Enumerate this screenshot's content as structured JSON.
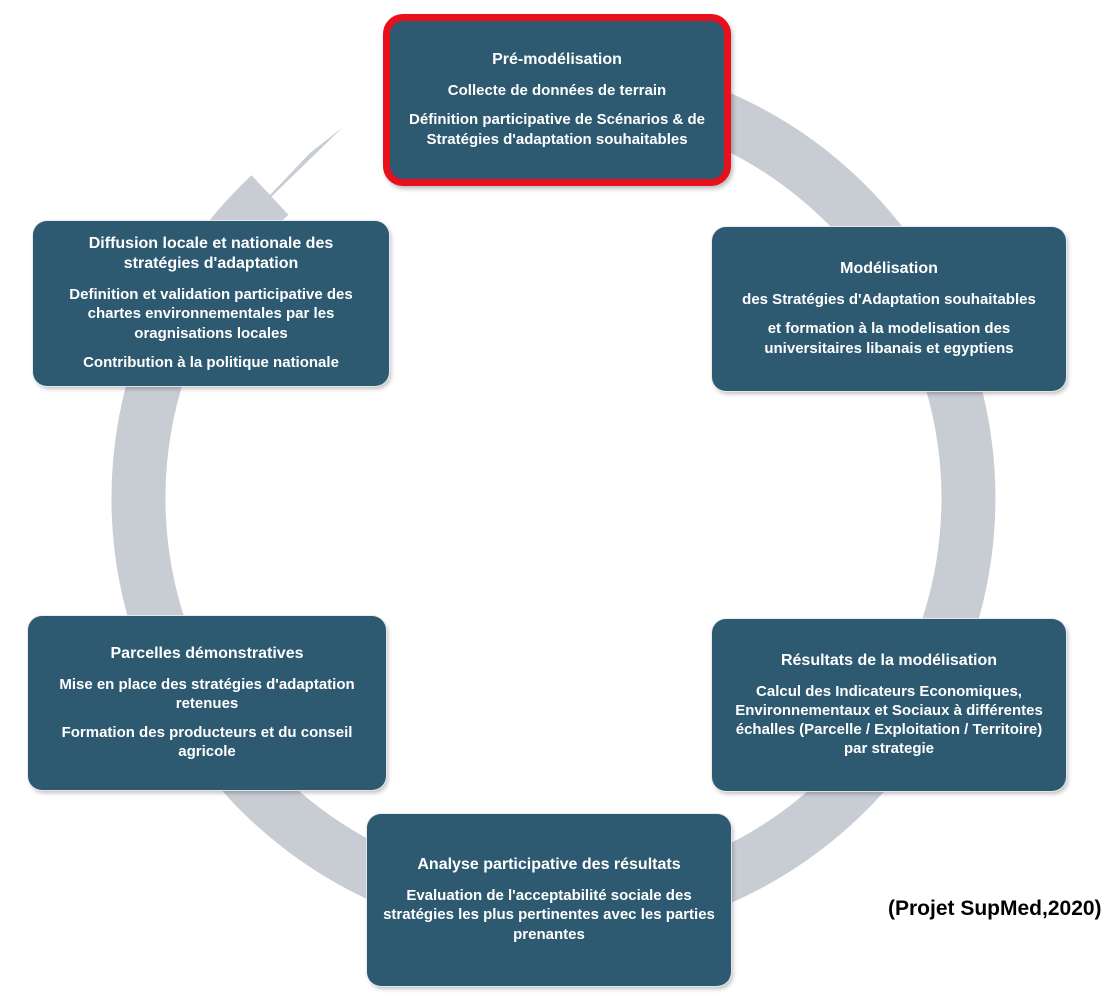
{
  "caption": "(Projet SupMed,2020)",
  "colors": {
    "node_background": "#2D5A70",
    "node_text": "#FFFFFF",
    "ring": "#C8CDD4",
    "highlight_border": "#E8101C"
  },
  "cycle_direction": "clockwise",
  "nodes": {
    "pre_modelisation": {
      "title": "Pré-modélisation",
      "highlighted": true,
      "lines": [
        "Collecte de données de terrain",
        "Définition participative de Scénarios & de Stratégies d'adaptation souhaitables"
      ]
    },
    "modelisation": {
      "title": "Modélisation",
      "highlighted": false,
      "lines": [
        "des Stratégies d'Adaptation souhaitables",
        "et formation à la modelisation des universitaires libanais et egyptiens"
      ]
    },
    "resultats_modelisation": {
      "title": "Résultats de la modélisation",
      "highlighted": false,
      "lines": [
        "Calcul des Indicateurs Economiques, Environnementaux et Sociaux à différentes échalles (Parcelle / Exploitation / Territoire) par strategie"
      ]
    },
    "analyse_participative": {
      "title": "Analyse participative des résultats",
      "highlighted": false,
      "lines": [
        "Evaluation de l'acceptabilité sociale des stratégies les plus pertinentes avec les parties prenantes"
      ]
    },
    "parcelles_demonstratives": {
      "title": "Parcelles démonstratives",
      "highlighted": false,
      "lines": [
        "Mise en place des stratégies d'adaptation retenues",
        "Formation des producteurs et du conseil agricole"
      ]
    },
    "diffusion_strategies": {
      "title": "Diffusion locale et nationale des stratégies d'adaptation",
      "highlighted": false,
      "lines": [
        "Definition et validation participative des chartes environnementales par les oragnisations locales",
        "Contribution à la politique nationale"
      ]
    }
  }
}
